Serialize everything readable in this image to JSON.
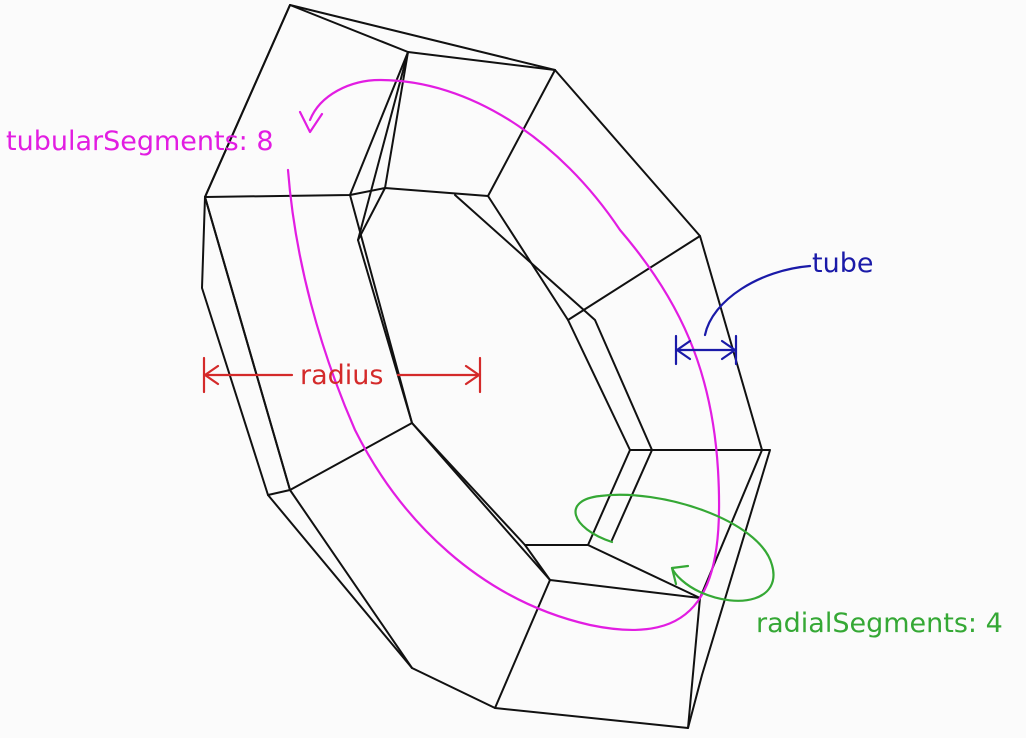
{
  "labels": {
    "tubular": "tubularSegments: 8",
    "tube": "tube",
    "radius": "radius",
    "radial": "radialSegments: 4"
  },
  "colors": {
    "background": "#fbfbfb",
    "edges": "#111111",
    "tubular": "#e21de2",
    "tube": "#1a1aa8",
    "radius": "#d42a2a",
    "radial": "#35a835"
  }
}
